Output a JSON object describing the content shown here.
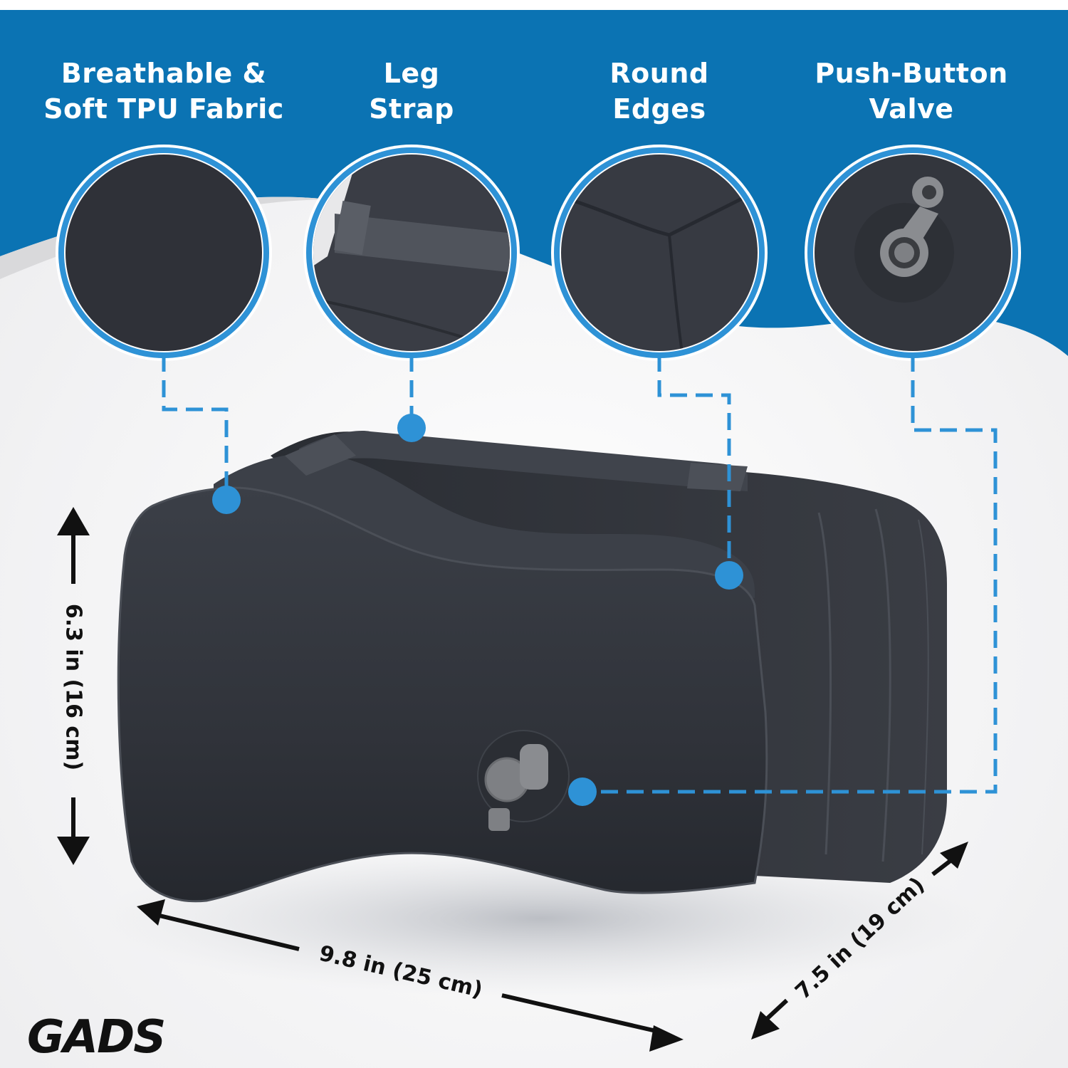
{
  "colors": {
    "banner_blue": "#0b73b3",
    "accent_blue": "#2e92d6",
    "pillow_dark": "#33363d",
    "valve_gray": "#7e8084",
    "background": "#f2f2f3",
    "text_dark": "#111111",
    "text_light": "#ffffff"
  },
  "features": [
    {
      "id": "fabric",
      "line1": "Breathable &",
      "line2": "Soft TPU Fabric",
      "icon": "fabric-texture-closeup"
    },
    {
      "id": "strap",
      "line1": "Leg",
      "line2": "Strap",
      "icon": "leg-strap-closeup"
    },
    {
      "id": "edges",
      "line1": "Round",
      "line2": "Edges",
      "icon": "round-edge-closeup"
    },
    {
      "id": "valve",
      "line1": "Push-Button",
      "line2": "Valve",
      "icon": "push-valve-closeup"
    }
  ],
  "dimensions": {
    "height": "6.3 in (16 cm)",
    "width": "9.8 in (25 cm)",
    "depth": "7.5 in (19 cm)"
  },
  "brand": {
    "name": "GADS"
  }
}
